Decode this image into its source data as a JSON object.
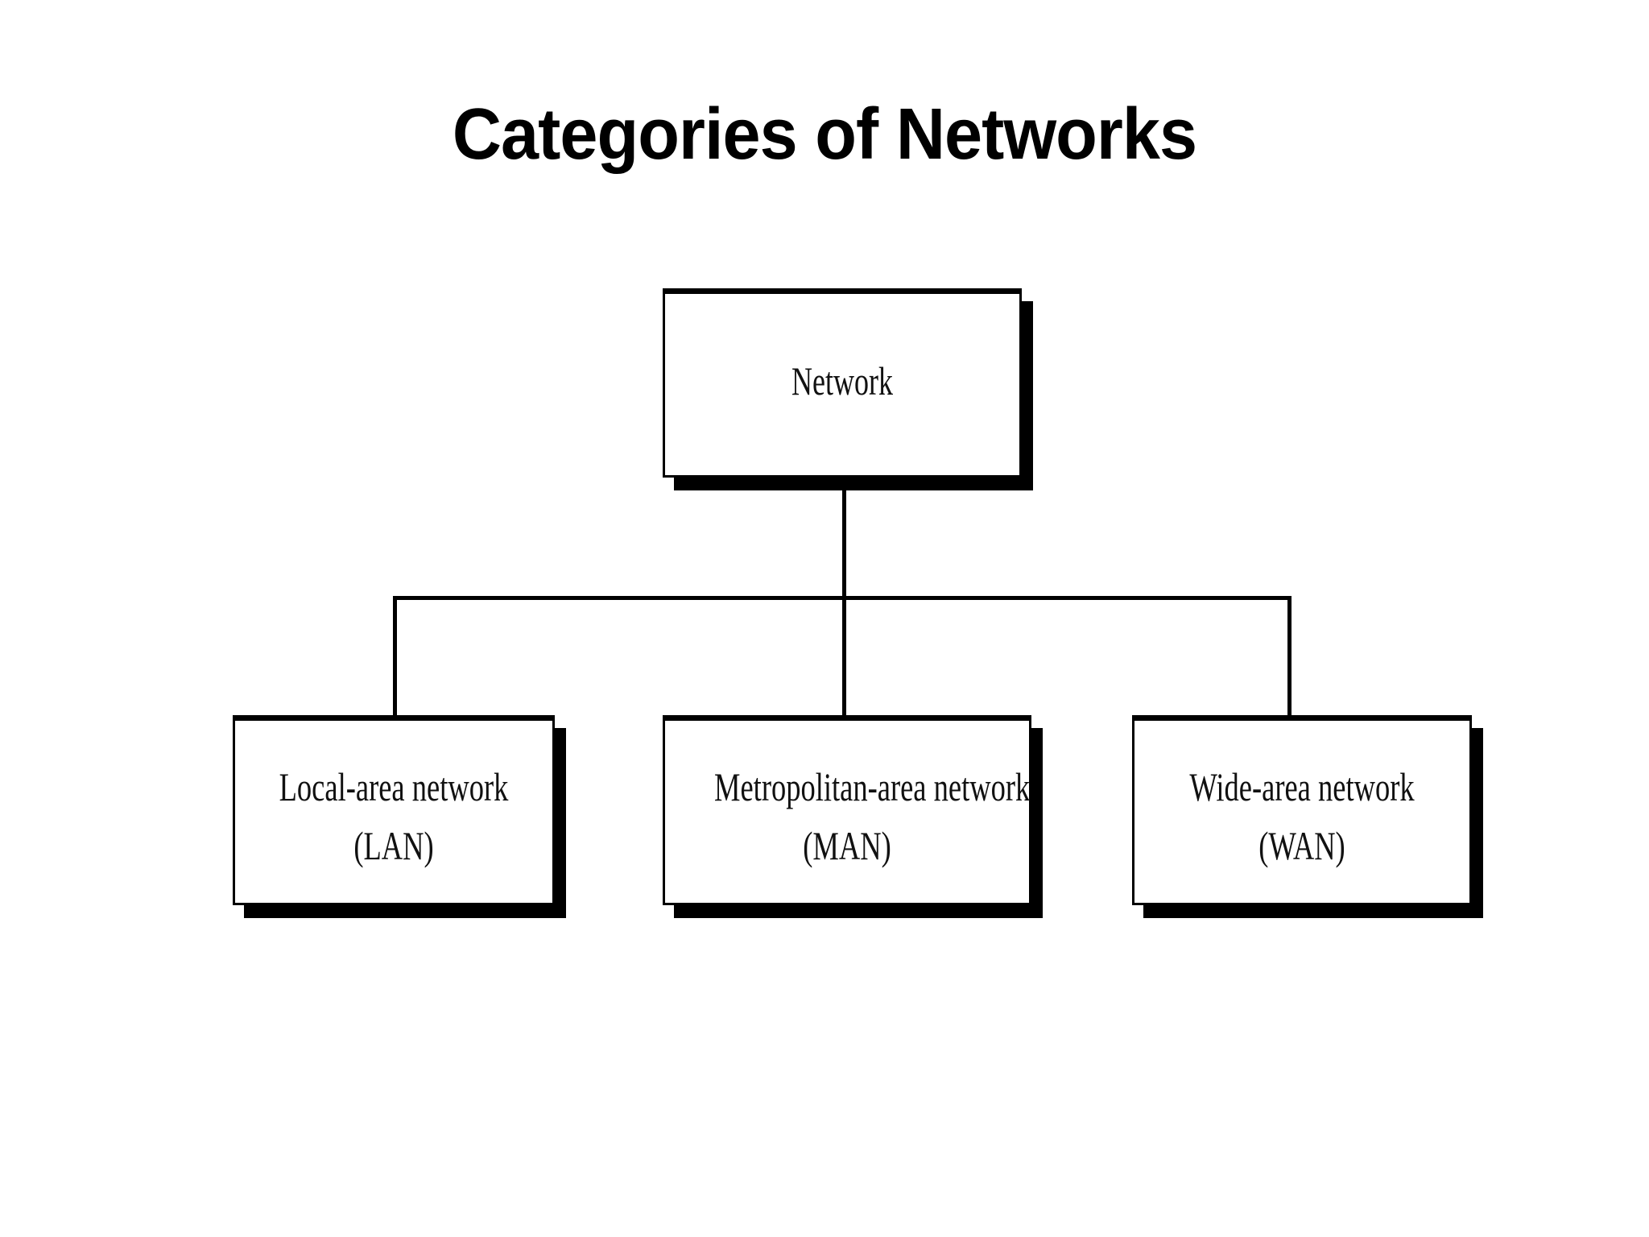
{
  "slide": {
    "title": "Categories of Networks",
    "background_color": "#ffffff",
    "text_color": "#000000"
  },
  "diagram": {
    "type": "hierarchy-tree",
    "orientation": "top-down",
    "line_color": "#000000",
    "node_fill": "#ffffff",
    "node_border": "#000000",
    "node_shadow": "#000000",
    "root": {
      "id": "network",
      "label": "Network"
    },
    "children": [
      {
        "id": "lan",
        "line1": "Local-area network",
        "line2": "(LAN)",
        "label": "Local-area network (LAN)"
      },
      {
        "id": "man",
        "line1": "Metropolitan-area network",
        "line2": "(MAN)",
        "label": "Metropolitan-area network (MAN)"
      },
      {
        "id": "wan",
        "line1": "Wide-area network",
        "line2": "(WAN)",
        "label": "Wide-area network (WAN)"
      }
    ]
  }
}
